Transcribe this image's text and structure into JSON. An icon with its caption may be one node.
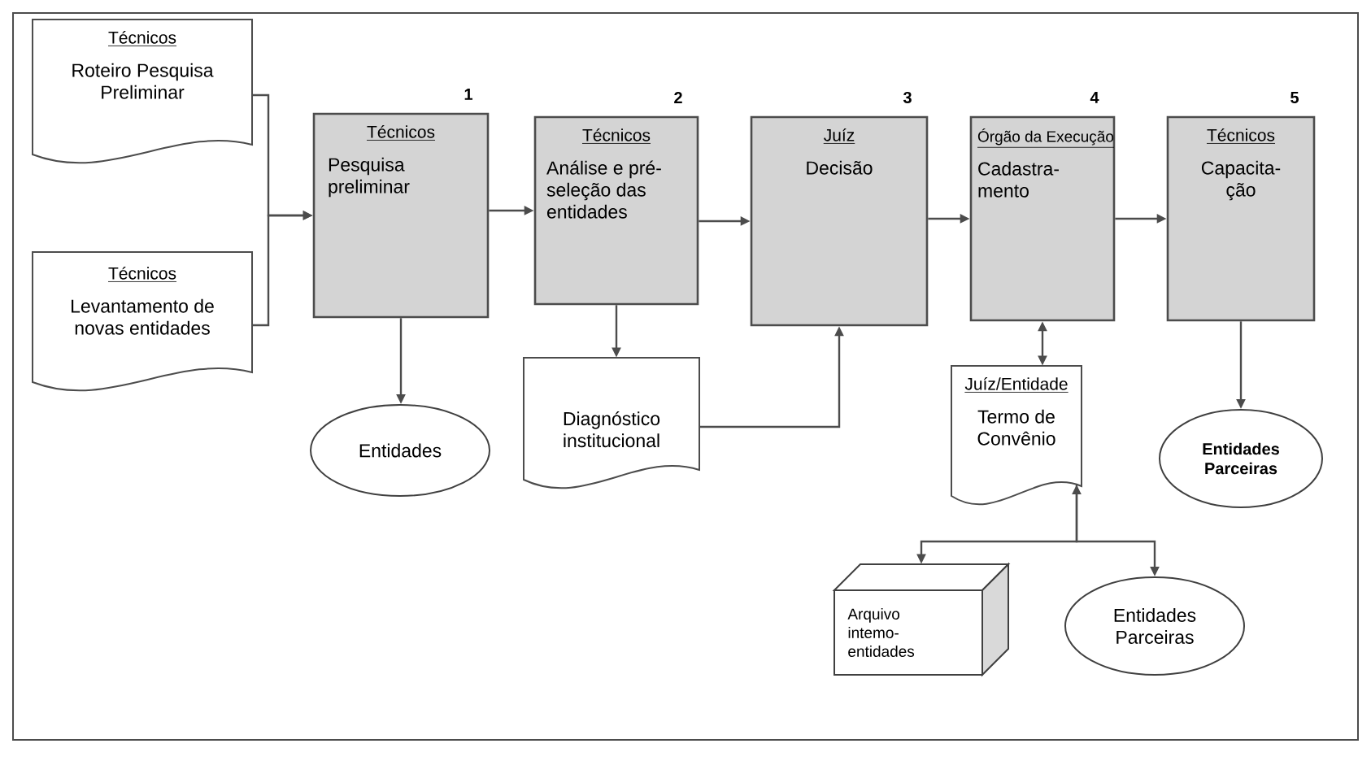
{
  "diagram": {
    "nodes": [
      {
        "text": [
          "Técnicos",
          "Roteiro Pesquisa Preliminar"
        ]
      },
      {
        "text": [
          "Técnicos",
          "Levantamento de novas entidades"
        ]
      },
      {
        "text": [
          "Técnicos",
          "Pesquisa preliminar"
        ],
        "beside": [
          "1"
        ]
      },
      {
        "text": [
          "Técnicos",
          "Análise e pré- seleção das entidades"
        ],
        "beside": [
          "2"
        ]
      },
      {
        "text": [
          "Juíz",
          "Decisão"
        ],
        "beside": [
          "3"
        ]
      },
      {
        "text": [
          "Órgão da Execução",
          "Cadastra- mento"
        ],
        "beside": [
          "4"
        ]
      },
      {
        "text": [
          "Técnicos",
          "Capacita- ção"
        ],
        "beside": [
          "5"
        ]
      },
      {
        "text": [
          "Entidades"
        ]
      },
      {
        "text": [
          "Diagnóstico institucional"
        ]
      },
      {
        "text": [
          "Juíz/Entidade",
          "Termo de Convênio"
        ]
      },
      {
        "text": [
          "Entidades Parceiras"
        ]
      },
      {
        "text": [
          "Arquivo intemo- entidades"
        ]
      },
      {
        "text": [
          "Entidades Parceiras"
        ]
      }
    ],
    "edges": [
      {
        "from": 0,
        "to": 2,
        "arrow": "to"
      },
      {
        "from": 1,
        "to": 2,
        "arrow": "to"
      },
      {
        "from": 2,
        "to": 3,
        "arrow": "to"
      },
      {
        "from": 3,
        "to": 4,
        "arrow": "to"
      },
      {
        "from": 4,
        "to": 5,
        "arrow": "to"
      },
      {
        "from": 5,
        "to": 6,
        "arrow": "to"
      },
      {
        "from": 2,
        "to": 7,
        "arrow": "to"
      },
      {
        "from": 3,
        "to": 8,
        "arrow": "to"
      },
      {
        "from": 8,
        "to": 4,
        "arrow": "to"
      },
      {
        "from": 5,
        "to": 9,
        "arrow": "both"
      },
      {
        "from": 6,
        "to": 10,
        "arrow": "to"
      },
      {
        "from": 9,
        "to": 11,
        "arrow": "both"
      },
      {
        "from": 9,
        "to": 12,
        "arrow": "to"
      }
    ]
  }
}
